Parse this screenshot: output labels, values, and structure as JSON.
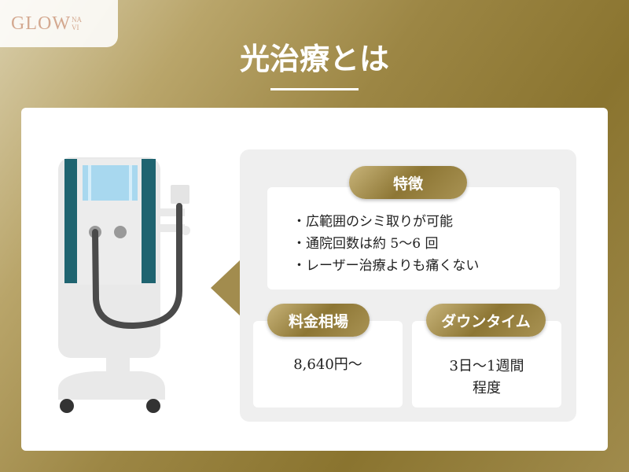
{
  "logo": {
    "main": "GLOW",
    "sub_top": "NA",
    "sub_bottom": "VI"
  },
  "title": "光治療とは",
  "features": {
    "label": "特徴",
    "items": [
      "・広範囲のシミ取りが可能",
      "・通院回数は約 5〜6 回",
      "・レーザー治療よりも痛くない"
    ]
  },
  "price": {
    "label": "料金相場",
    "value": "8,640円〜"
  },
  "downtime": {
    "label": "ダウンタイム",
    "value_line1": "3日〜1週間",
    "value_line2": "程度"
  },
  "colors": {
    "gold": "#8d7634",
    "teal": "#1f6470"
  }
}
